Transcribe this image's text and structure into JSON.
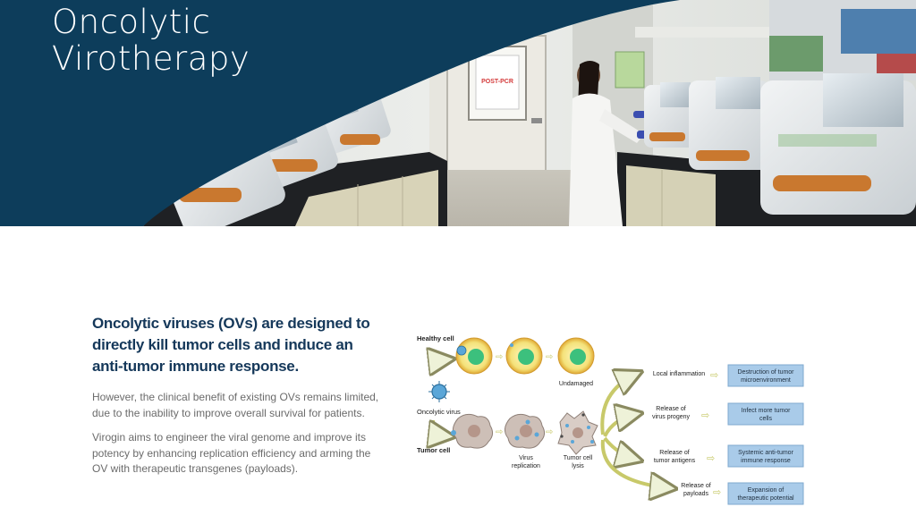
{
  "hero": {
    "title_line1": "Oncolytic",
    "title_line2": "Virotherapy",
    "sign_text": "POST-PCR",
    "navy_color": "#0d3d5b"
  },
  "content": {
    "heading": "Oncolytic viruses (OVs) are designed to directly kill tumor cells and induce an anti-tumor immune response.",
    "paragraph_1": " However, the clinical benefit of existing OVs remains limited, due to the inability to improve overall survival for patients.",
    "paragraph_2": "Virogin aims to engineer the viral genome and improve its potency by enhancing replication efficiency and arming the OV with therapeutic transgenes (payloads)."
  },
  "diagram": {
    "healthy_cell": "Healthy cell",
    "undamaged": "Undamaged",
    "oncolytic_virus": "Oncolytic virus",
    "tumor_cell": "Tumor cell",
    "virus_replication_1": "Virus",
    "virus_replication_2": "replication",
    "tumor_lysis_1": "Tumor cell",
    "tumor_lysis_2": "lysis",
    "local_inflammation": "Local inflammation",
    "release_progeny_1": "Release of",
    "release_progeny_2": "virus progeny",
    "release_antigens_1": "Release of",
    "release_antigens_2": "tumor antigens",
    "release_payloads_1": "Release of",
    "release_payloads_2": "payloads",
    "outcome_1_a": "Destruction of tumor",
    "outcome_1_b": "microenvironment",
    "outcome_2_a": "Infect more tumor",
    "outcome_2_b": "cells",
    "outcome_3_a": "Systemic anti-tumor",
    "outcome_3_b": "immune response",
    "outcome_4_a": "Expansion of",
    "outcome_4_b": "therapeutic potential",
    "box_color": "#a9cbe9"
  }
}
